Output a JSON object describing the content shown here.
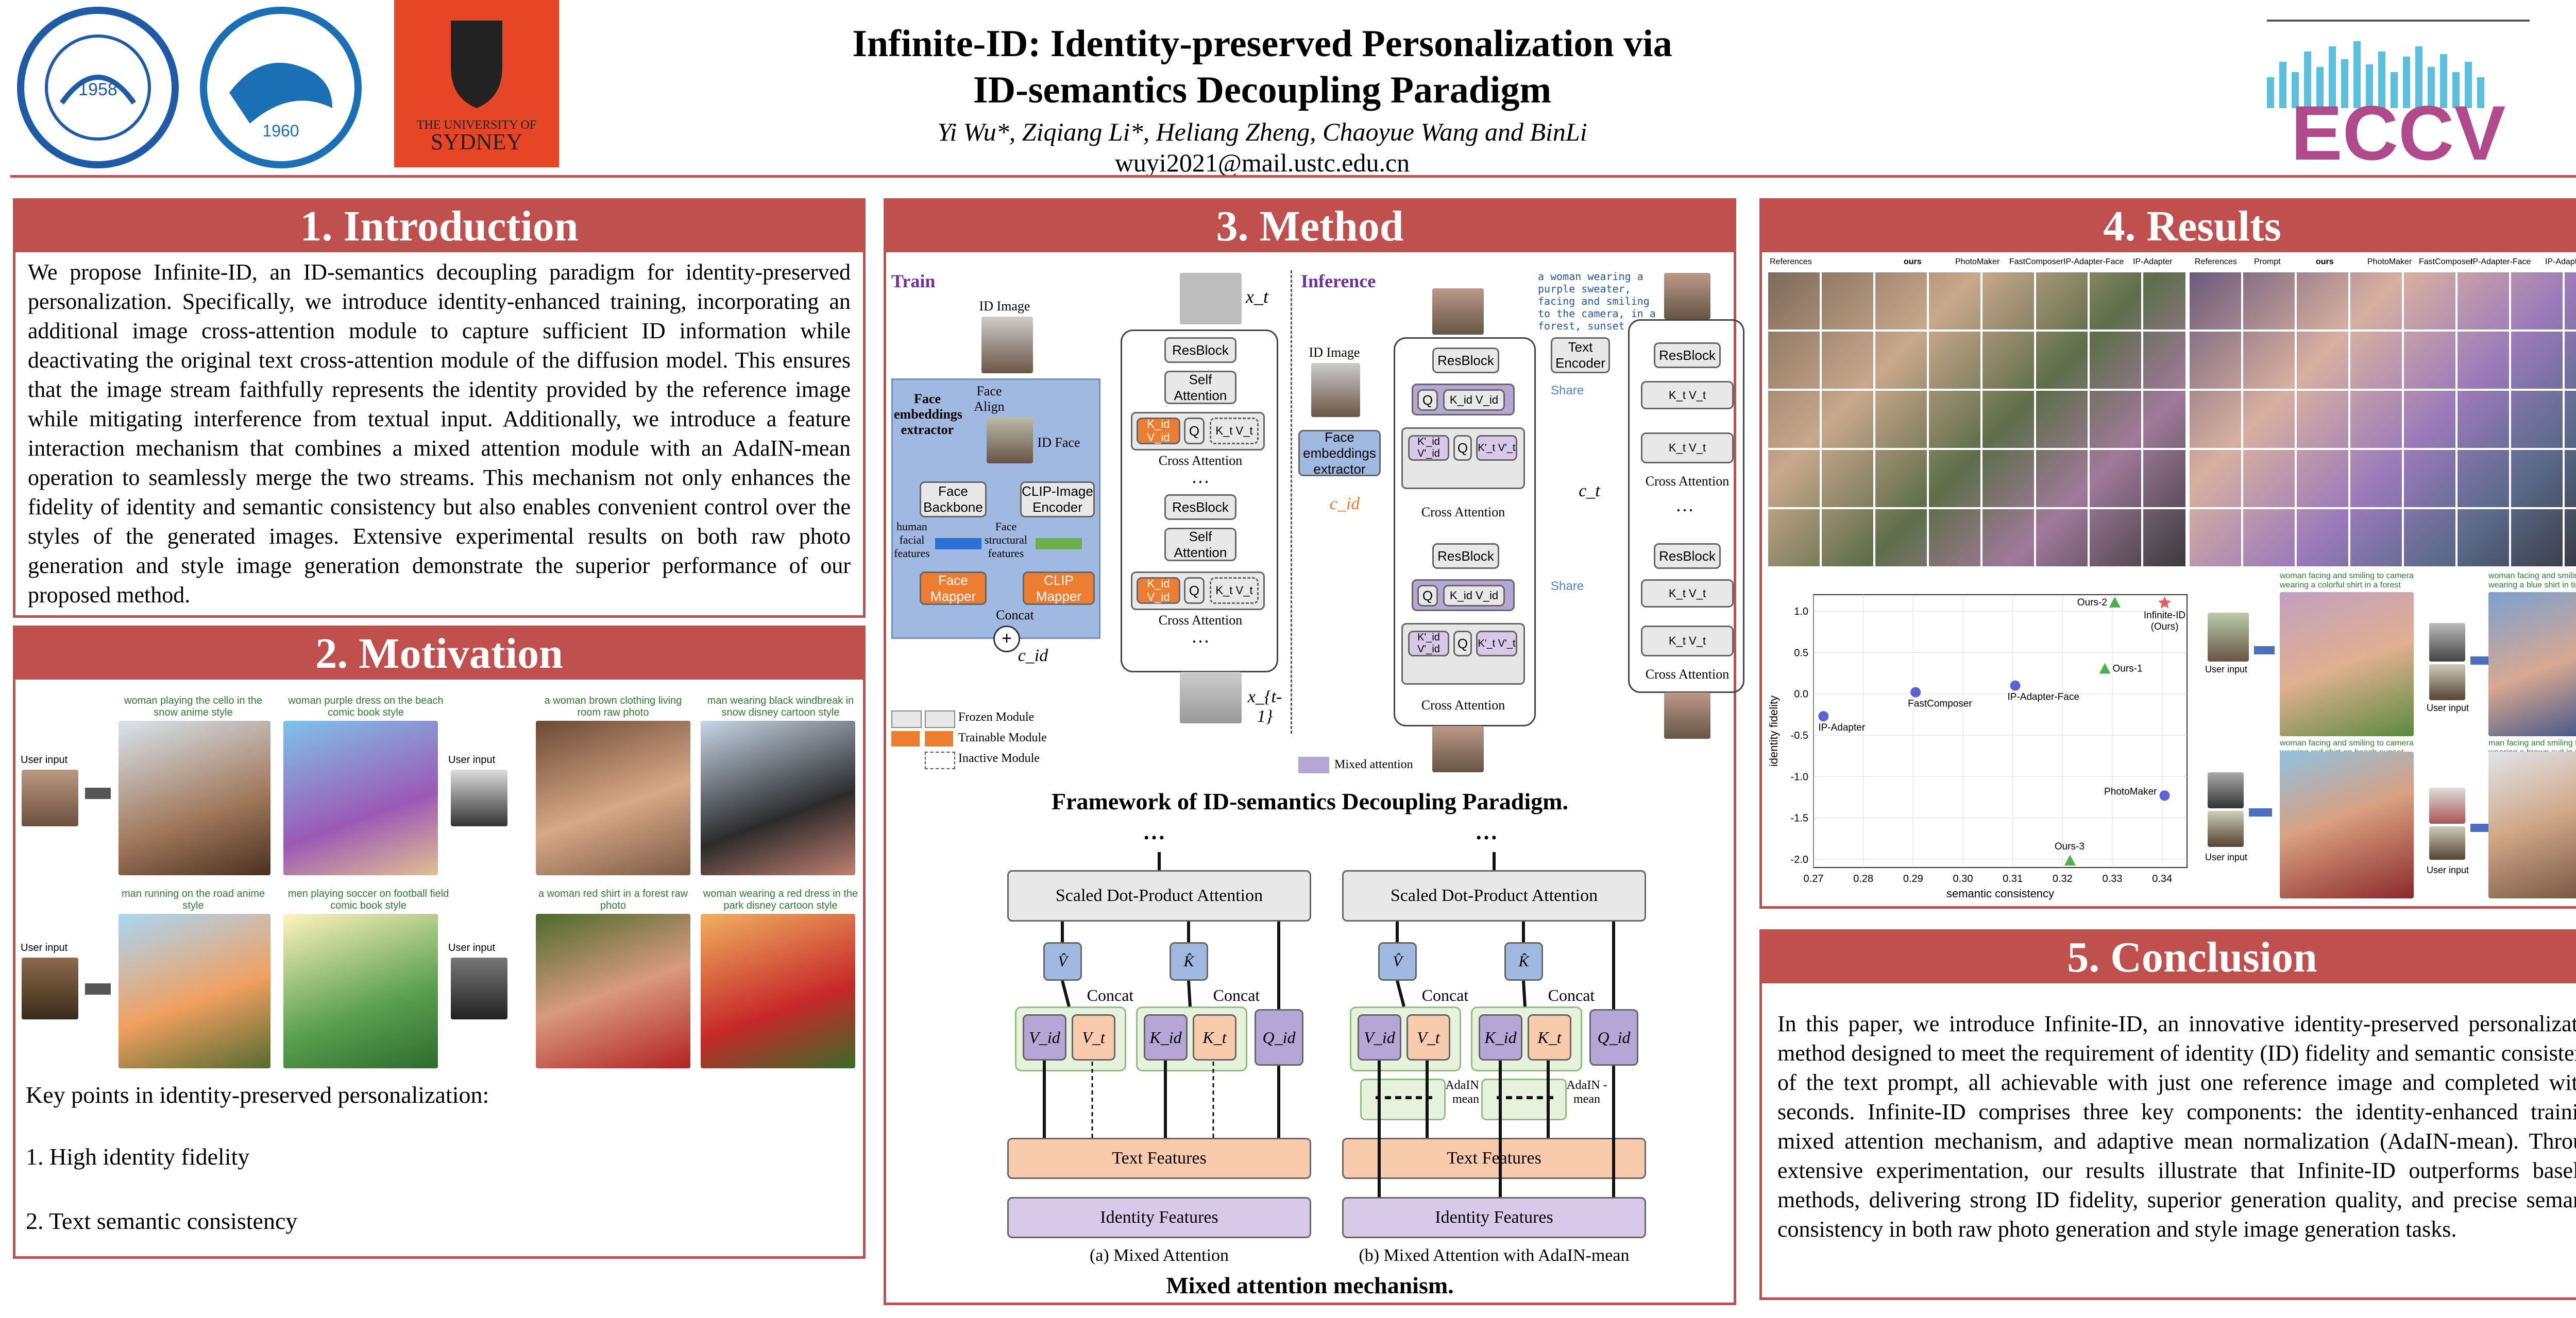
{
  "header": {
    "title_line1": "Infinite-ID: Identity-preserved Personalization via",
    "title_line2": "ID-semantics Decoupling Paradigm",
    "authors": "Yi Wu*, Ziqiang Li*, Heliang Zheng, Chaoyue Wang and BinLi",
    "email": "wuyi2021@mail.ustc.edu.cn",
    "logo_sydney_top": "THE UNIVERSITY OF",
    "logo_sydney_bottom": "SYDNEY",
    "logo_ustc_year": "1958",
    "logo_nuist_year": "1960",
    "logo_eccv": "ECCV"
  },
  "introduction": {
    "heading": "1. Introduction",
    "text": "We propose Infinite-ID, an ID-semantics decoupling paradigm for identity-preserved personalization. Specifically, we introduce identity-enhanced training, incorporating an additional image cross-attention module to capture sufficient ID information while deactivating the original text cross-attention module of the diffusion model. This ensures that the image stream faithfully represents the identity provided by the reference image while mitigating interference from textual input. Additionally, we introduce a feature interaction mechanism that combines a mixed attention module with an AdaIN-mean operation to seamlessly merge the two streams. This mechanism not only enhances the fidelity of identity and semantic consistency but also enables convenient control over the styles of the generated images. Extensive experimental results on both raw photo generation and style image generation demonstrate the superior performance of our proposed method."
  },
  "motivation": {
    "heading": "2. Motivation",
    "prompts": [
      "woman playing the cello in the snow anime style",
      "woman purple dress on the beach comic book style",
      "a woman brown clothing living room raw photo",
      "man wearing black windbreak in snow disney cartoon style",
      "man running on the road anime style",
      "men playing soccer on football field comic book style",
      "a woman red shirt in a forest raw photo",
      "woman wearing a red dress in the park disney cartoon style"
    ],
    "user_input": "User input",
    "key_points_title": "Key points in identity-preserved personalization:",
    "key_points": [
      "1.   High identity fidelity",
      "2.   Text semantic consistency"
    ]
  },
  "method": {
    "heading": "3. Method",
    "train": "Train",
    "inference": "Inference",
    "id_image": "ID Image",
    "face_align": "Face Align",
    "id_face": "ID Face",
    "face_embeddings_extractor": "Face embeddings extractor",
    "face_backbone": "Face Backbone",
    "clip_image_encoder": "CLIP-Image Encoder",
    "human_facial_features": "human facial features",
    "face_structural_features": "Face structural features",
    "face_mapper": "Face Mapper",
    "clip_mapper": "CLIP Mapper",
    "concat": "Concat",
    "c_id": "c_id",
    "resblock": "ResBlock",
    "self_attention": "Self Attention",
    "cross_attention": "Cross Attention",
    "text_encoder": "Text Encoder",
    "share": "Share",
    "c_t": "c_t",
    "x_t": "x_t",
    "x_t_minus_1": "x_{t-1}",
    "inference_prompt": "a woman wearing a purple sweater, facing and smiling to the camera, in a forest, sunset",
    "legend_frozen": "Frozen Module",
    "legend_trainable": "Trainable Module",
    "legend_inactive": "Inactive Module",
    "legend_mixed": "Mixed attention",
    "framework_caption": "Framework of ID-semantics Decoupling Paradigm.",
    "sdpa": "Scaled Dot-Product Attention",
    "text_features": "Text Features",
    "identity_features": "Identity Features",
    "adain_mean": "AdaIN -mean",
    "sub_a": "(a) Mixed Attention",
    "sub_b": "(b) Mixed Attention with AdaIN-mean",
    "mixed_caption": "Mixed attention mechanism.",
    "v_id": "V_id",
    "v_t": "V_t",
    "k_id": "K_id",
    "k_t": "K_t",
    "q_id": "Q_id",
    "v_hat": "V̂",
    "k_hat": "K̂",
    "q": "Q",
    "kv_id": "K_id V_id",
    "kv_mix": "K'_id V'_id",
    "kv_t": "K'_t V'_t",
    "kv_text": "K_t V_t",
    "dots": "…"
  },
  "results": {
    "heading": "4. Results",
    "grid_headers_left": [
      "References",
      "",
      "ours",
      "PhotoMaker",
      "FastComposer",
      "IP-Adapter-Face",
      "IP-Adapter"
    ],
    "grid_headers_right": [
      "References",
      "Prompt",
      "ours",
      "PhotoMaker",
      "FastComposer",
      "IP-Adapter-Face",
      "IP-Adapter"
    ],
    "style_prompts_top": [
      "woman facing and smiling to camera wearing a colorful shirt in a forest",
      "woman facing and smiling to camera wearing a blue shirt in time square"
    ],
    "style_prompts_bottom": [
      "woman facing and smiling to camera wearing red shirt on beach sunset",
      "man facing and smiling to camera wearing a brown suit in the snow"
    ],
    "user_input": "User input"
  },
  "chart_data": {
    "type": "scatter",
    "xlabel": "semantic consistency",
    "ylabel": "identity fidelity",
    "xlim": [
      0.27,
      0.345
    ],
    "ylim": [
      -2.1,
      1.2
    ],
    "xticks": [
      "0.27",
      "0.28",
      "0.29",
      "0.30",
      "0.31",
      "0.32",
      "0.33",
      "0.34"
    ],
    "yticks": [
      "1.0",
      "0.5",
      "0.0",
      "-0.5",
      "-1.0",
      "-1.5",
      "-2.0"
    ],
    "points": [
      {
        "label": "IP-Adapter",
        "x": 0.272,
        "y": -0.27,
        "color": "#3f48cc",
        "marker": "circle"
      },
      {
        "label": "FastComposer",
        "x": 0.2905,
        "y": 0.02,
        "color": "#3f48cc",
        "marker": "circle"
      },
      {
        "label": "IP-Adapter-Face",
        "x": 0.3105,
        "y": 0.1,
        "color": "#3f48cc",
        "marker": "circle"
      },
      {
        "label": "PhotoMaker",
        "x": 0.3405,
        "y": -1.23,
        "color": "#3f48cc",
        "marker": "circle"
      },
      {
        "label": "Ours-1",
        "x": 0.3285,
        "y": 0.3,
        "color": "#4caf50",
        "marker": "triangle"
      },
      {
        "label": "Ours-2",
        "x": 0.3305,
        "y": 1.1,
        "color": "#4caf50",
        "marker": "triangle"
      },
      {
        "label": "Ours-3",
        "x": 0.3215,
        "y": -2.02,
        "color": "#4caf50",
        "marker": "triangle"
      },
      {
        "label": "Infinite-ID (Ours)",
        "x": 0.3405,
        "y": 1.1,
        "color": "#e06060",
        "marker": "star"
      }
    ]
  },
  "conclusion": {
    "heading": "5. Conclusion",
    "text": "In this paper, we introduce Infinite-ID, an innovative identity-preserved personalization method designed to meet the requirement of identity (ID) fidelity and semantic consistency of the text prompt, all achievable with just one reference image and completed within seconds. Infinite-ID comprises three key components: the identity-enhanced training, mixed attention mechanism, and adaptive mean normalization (AdaIN-mean). Through extensive experimentation, our results illustrate that Infinite-ID outperforms baseline methods, delivering strong ID fidelity, superior generation quality, and precise semantic consistency in both raw photo generation and style image generation tasks."
  },
  "colors": {
    "accent": "#c0504d",
    "frozen": "#e8e8e8",
    "trainable": "#ed7d31",
    "mixed": "#b4a7d6",
    "text_features": "#f8cbad",
    "identity_features": "#d9c9e8"
  }
}
